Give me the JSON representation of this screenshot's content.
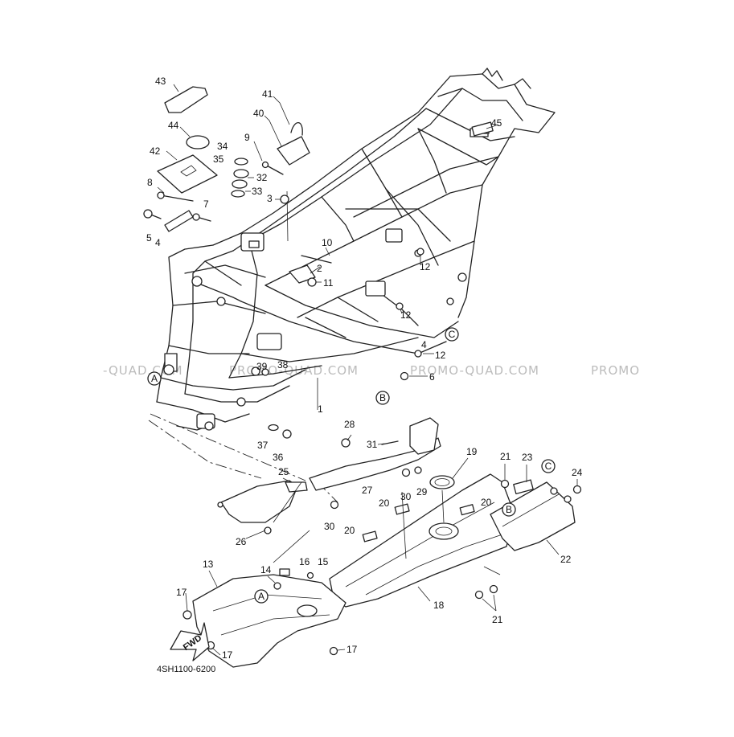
{
  "diagram": {
    "code": "4SH1100-6200",
    "fwd_label": "FWD",
    "watermarks": [
      "-QUAD.COM",
      "PROMO-QUAD.COM",
      "PROMO-QUAD.COM",
      "PROMO"
    ],
    "ref_markers": [
      "A",
      "B",
      "C"
    ],
    "callouts": [
      "1",
      "2",
      "3",
      "4",
      "5",
      "6",
      "7",
      "8",
      "9",
      "10",
      "11",
      "12",
      "13",
      "14",
      "15",
      "16",
      "17",
      "18",
      "19",
      "20",
      "21",
      "22",
      "23",
      "24",
      "25",
      "26",
      "27",
      "28",
      "29",
      "30",
      "31",
      "32",
      "33",
      "34",
      "35",
      "36",
      "37",
      "38",
      "39",
      "40",
      "41",
      "42",
      "43",
      "44",
      "45"
    ]
  }
}
